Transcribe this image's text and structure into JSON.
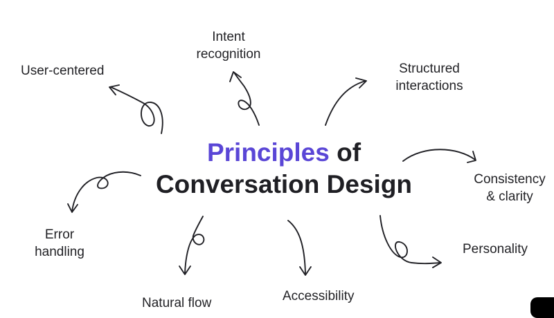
{
  "title": {
    "accent": "Principles",
    "rest_line1": " of",
    "line2": "Conversation Design"
  },
  "colors": {
    "accent": "#5a46d6",
    "text": "#1f1f24",
    "background": "#ffffff"
  },
  "principles": {
    "user_centered": "User-centered",
    "intent_recognition": "Intent\nrecognition",
    "structured_interactions": "Structured\ninteractions",
    "consistency_clarity": "Consistency\n& clarity",
    "personality": "Personality",
    "accessibility": "Accessibility",
    "natural_flow": "Natural flow",
    "error_handling": "Error\nhandling"
  }
}
